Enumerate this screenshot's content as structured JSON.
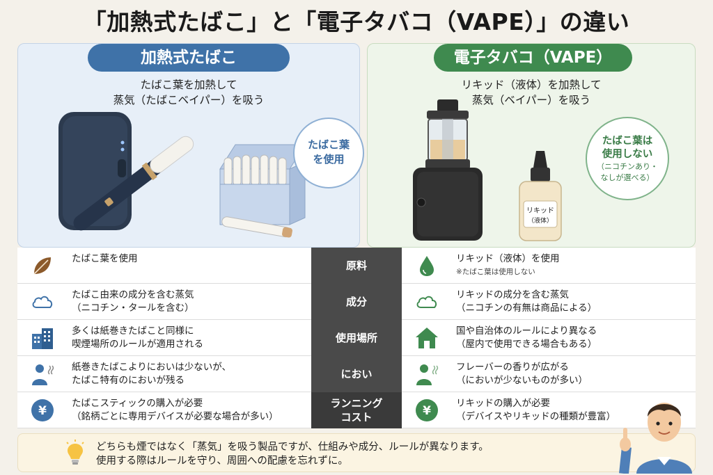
{
  "title": "「加熱式たばこ」と「電子タバコ（VAPE）」の違い",
  "left": {
    "label": "加熱式たばこ",
    "subtitle_1": "たばこ葉を加熱して",
    "subtitle_2": "蒸気（たばこベイパー）を吸う",
    "bubble_1": "たばこ葉",
    "bubble_2": "を使用",
    "accent": "#3f72a8"
  },
  "right": {
    "label": "電子タバコ（VAPE）",
    "subtitle_1": "リキッド（液体）を加熱して",
    "subtitle_2": "蒸気（ベイパー）を吸う",
    "bubble_1": "たばこ葉は",
    "bubble_2": "使用しない",
    "bubble_note_1": "（ニコチンあり・",
    "bubble_note_2": "なしが選べる）",
    "bottle_label_1": "リキッド",
    "bottle_label_2": "（液体）",
    "accent": "#3f8a4f"
  },
  "rows": [
    {
      "category": "原料",
      "left_1": "たばこ葉を使用",
      "left_2": "",
      "right_1": "リキッド（液体）を使用",
      "right_2": "※たばこ葉は使用しない",
      "left_icon": "leaf-icon",
      "right_icon": "droplet-icon"
    },
    {
      "category": "成分",
      "left_1": "たばこ由来の成分を含む蒸気",
      "left_2": "（ニコチン・タールを含む）",
      "right_1": "リキッドの成分を含む蒸気",
      "right_2": "（ニコチンの有無は商品による）",
      "left_icon": "cloud-icon",
      "right_icon": "cloud-icon"
    },
    {
      "category": "使用場所",
      "left_1": "多くは紙巻きたばこと同様に",
      "left_2": "喫煙場所のルールが適用される",
      "right_1": "国や自治体のルールにより異なる",
      "right_2": "（屋内で使用できる場合もある）",
      "left_icon": "building-icon",
      "right_icon": "house-icon"
    },
    {
      "category": "におい",
      "left_1": "紙巻きたばこよりにおいは少ないが、",
      "left_2": "たばこ特有のにおいが残る",
      "right_1": "フレーバーの香りが広がる",
      "right_2": "（においが少ないものが多い）",
      "left_icon": "person-smell-icon",
      "right_icon": "person-smell-icon"
    },
    {
      "category_1": "ランニング",
      "category_2": "コスト",
      "left_1": "たばこスティックの購入が必要",
      "left_2": "（銘柄ごとに専用デバイスが必要な場合が多い）",
      "right_1": "リキッドの購入が必要",
      "right_2": "（デバイスやリキッドの種類が豊富）",
      "left_icon": "yen-coin-icon",
      "right_icon": "yen-coin-icon"
    }
  ],
  "footer": {
    "line_1": "どちらも煙ではなく「蒸気」を吸う製品ですが、仕組みや成分、ルールが異なります。",
    "line_2": "使用する際はルールを守り、周囲への配慮を忘れずに。",
    "icon": "lightbulb-icon"
  }
}
